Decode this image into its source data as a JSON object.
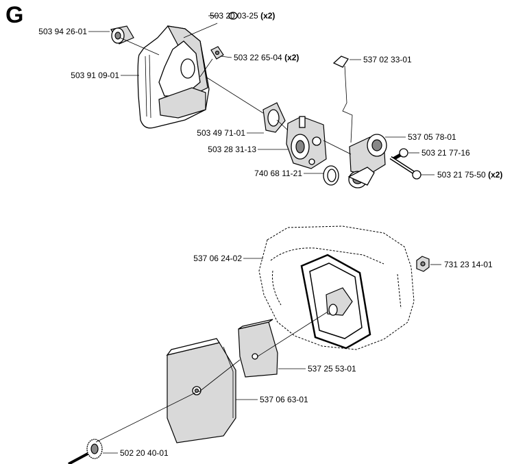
{
  "section_letter": "G",
  "qty_marker": "(x2)",
  "parts": [
    {
      "id": "p1",
      "number": "503 20 03-25",
      "qty": true
    },
    {
      "id": "p2",
      "number": "503 94 26-01",
      "qty": false
    },
    {
      "id": "p3",
      "number": "503 22 65-04",
      "qty": true
    },
    {
      "id": "p4",
      "number": "537 02 33-01",
      "qty": false
    },
    {
      "id": "p5",
      "number": "503 91 09-01",
      "qty": false
    },
    {
      "id": "p6",
      "number": "503 49 71-01",
      "qty": false
    },
    {
      "id": "p7",
      "number": "537 05 78-01",
      "qty": false
    },
    {
      "id": "p8",
      "number": "503 28 31-13",
      "qty": false
    },
    {
      "id": "p9",
      "number": "503 21 77-16",
      "qty": false
    },
    {
      "id": "p10",
      "number": "740 68 11-21",
      "qty": false
    },
    {
      "id": "p11",
      "number": "503 21 75-50",
      "qty": true
    },
    {
      "id": "p12",
      "number": "537 06 24-02",
      "qty": false
    },
    {
      "id": "p13",
      "number": "731 23 14-01",
      "qty": false
    },
    {
      "id": "p14",
      "number": "537 25 53-01",
      "qty": false
    },
    {
      "id": "p15",
      "number": "537 06 63-01",
      "qty": false
    },
    {
      "id": "p16",
      "number": "502 20 40-01",
      "qty": false
    }
  ]
}
